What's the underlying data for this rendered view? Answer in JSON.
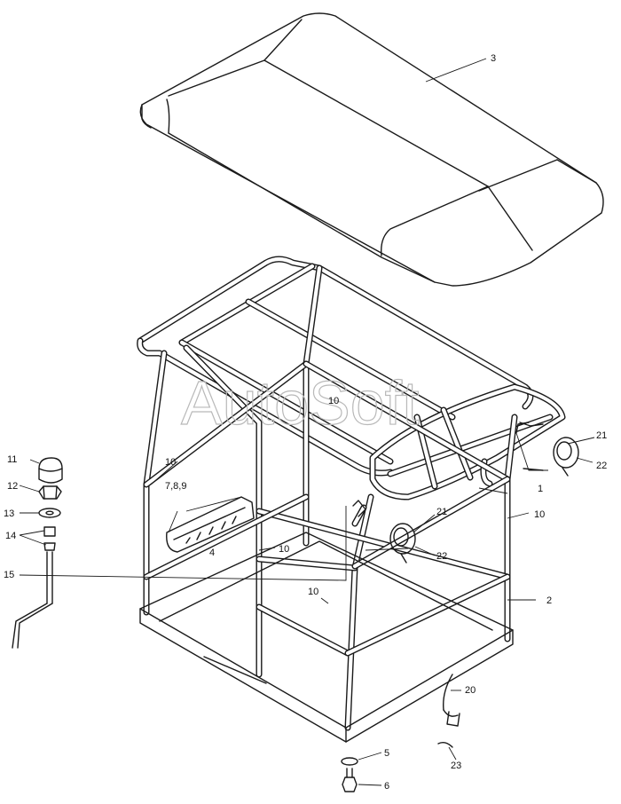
{
  "watermark": "AutoSoft",
  "callouts": [
    {
      "id": "c3",
      "text": "3"
    },
    {
      "id": "c10a",
      "text": "10"
    },
    {
      "id": "c10b",
      "text": "10"
    },
    {
      "id": "c10c",
      "text": "10"
    },
    {
      "id": "c10d",
      "text": "10"
    },
    {
      "id": "c10e",
      "text": "10"
    },
    {
      "id": "c11",
      "text": "11"
    },
    {
      "id": "c12",
      "text": "12"
    },
    {
      "id": "c13",
      "text": "13"
    },
    {
      "id": "c14",
      "text": "14"
    },
    {
      "id": "c15",
      "text": "15"
    },
    {
      "id": "c789",
      "text": "7,8,9"
    },
    {
      "id": "c4",
      "text": "4"
    },
    {
      "id": "c21a",
      "text": "21"
    },
    {
      "id": "c22a",
      "text": "22"
    },
    {
      "id": "c21b",
      "text": "21"
    },
    {
      "id": "c22b",
      "text": "22"
    },
    {
      "id": "c1",
      "text": "1"
    },
    {
      "id": "c2",
      "text": "2"
    },
    {
      "id": "c20",
      "text": "20"
    },
    {
      "id": "c5",
      "text": "5"
    },
    {
      "id": "c6",
      "text": "6"
    },
    {
      "id": "c23",
      "text": "23"
    }
  ]
}
